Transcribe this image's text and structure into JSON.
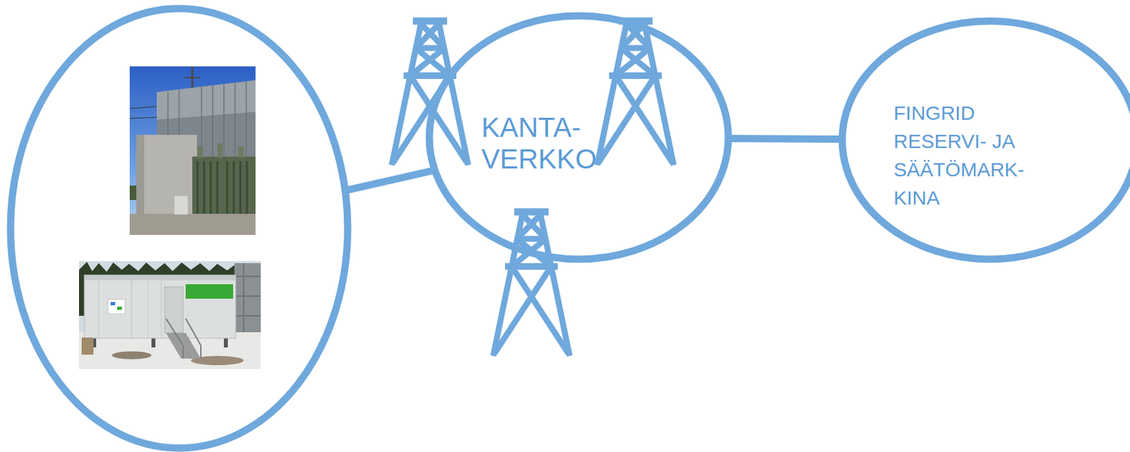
{
  "diagram": {
    "nodes": [
      {
        "text": []
      },
      {
        "text": [
          "KANTA- VERKKO"
        ]
      },
      {
        "text": [
          "FINGRID RESERVI- JA SÄÄTÖMARK- KINA"
        ]
      }
    ],
    "edges": [
      {
        "from": 0,
        "to": 1,
        "arrow": "none"
      },
      {
        "from": 1,
        "to": 2,
        "arrow": "none"
      }
    ]
  }
}
